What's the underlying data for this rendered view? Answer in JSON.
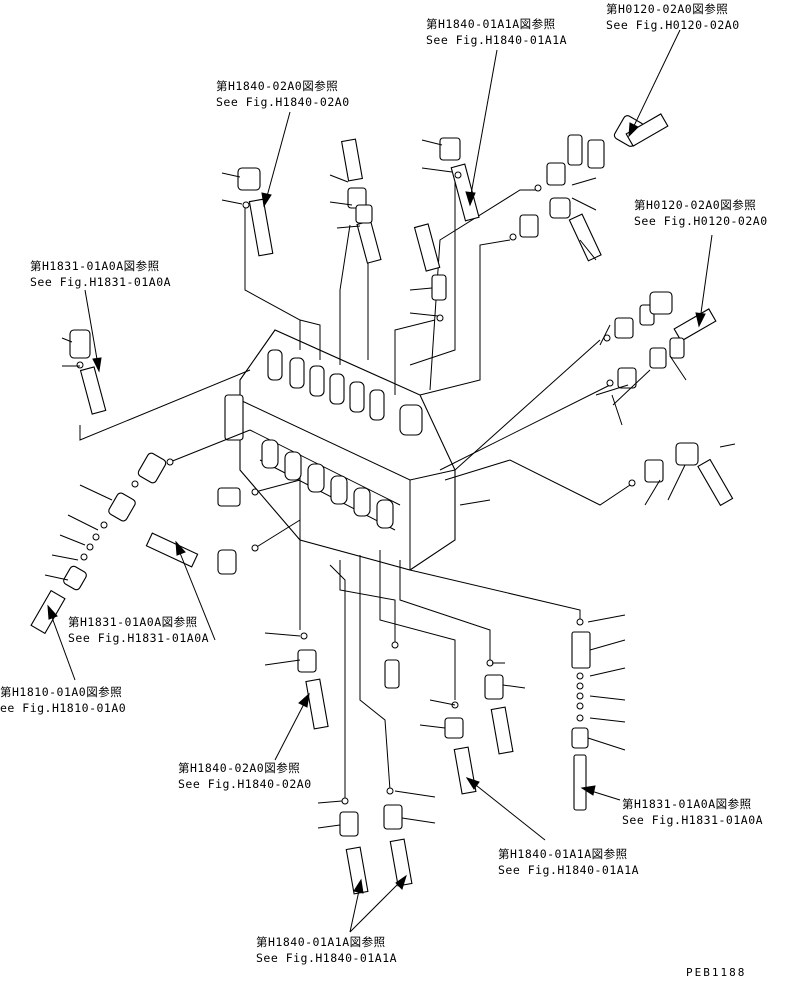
{
  "references": [
    {
      "id": "r1",
      "jp": "第H1840-01A1A図参照",
      "en": "See Fig.H1840-01A1A"
    },
    {
      "id": "r2",
      "jp": "第H0120-02A0図参照",
      "en": "See Fig.H0120-02A0"
    },
    {
      "id": "r3",
      "jp": "第H1840-02A0図参照",
      "en": "See Fig.H1840-02A0"
    },
    {
      "id": "r4",
      "jp": "第H0120-02A0図参照",
      "en": "See Fig.H0120-02A0"
    },
    {
      "id": "r5",
      "jp": "第H1831-01A0A図参照",
      "en": "See Fig.H1831-01A0A"
    },
    {
      "id": "r6",
      "jp": "第H1831-01A0A図参照",
      "en": "See Fig.H1831-01A0A"
    },
    {
      "id": "r7",
      "jp": "第H1810-01A0図参照",
      "en": "ee Fig.H1810-01A0"
    },
    {
      "id": "r8",
      "jp": "第H1840-02A0図参照",
      "en": "See Fig.H1840-02A0"
    },
    {
      "id": "r9",
      "jp": "第H1831-01A0A図参照",
      "en": "See Fig.H1831-01A0A"
    },
    {
      "id": "r10",
      "jp": "第H1840-01A1A図参照",
      "en": "See Fig.H1840-01A1A"
    },
    {
      "id": "r11",
      "jp": "第H1840-01A1A図参照",
      "en": "See Fig.H1840-01A1A"
    }
  ],
  "figure_number": "PEB1188"
}
